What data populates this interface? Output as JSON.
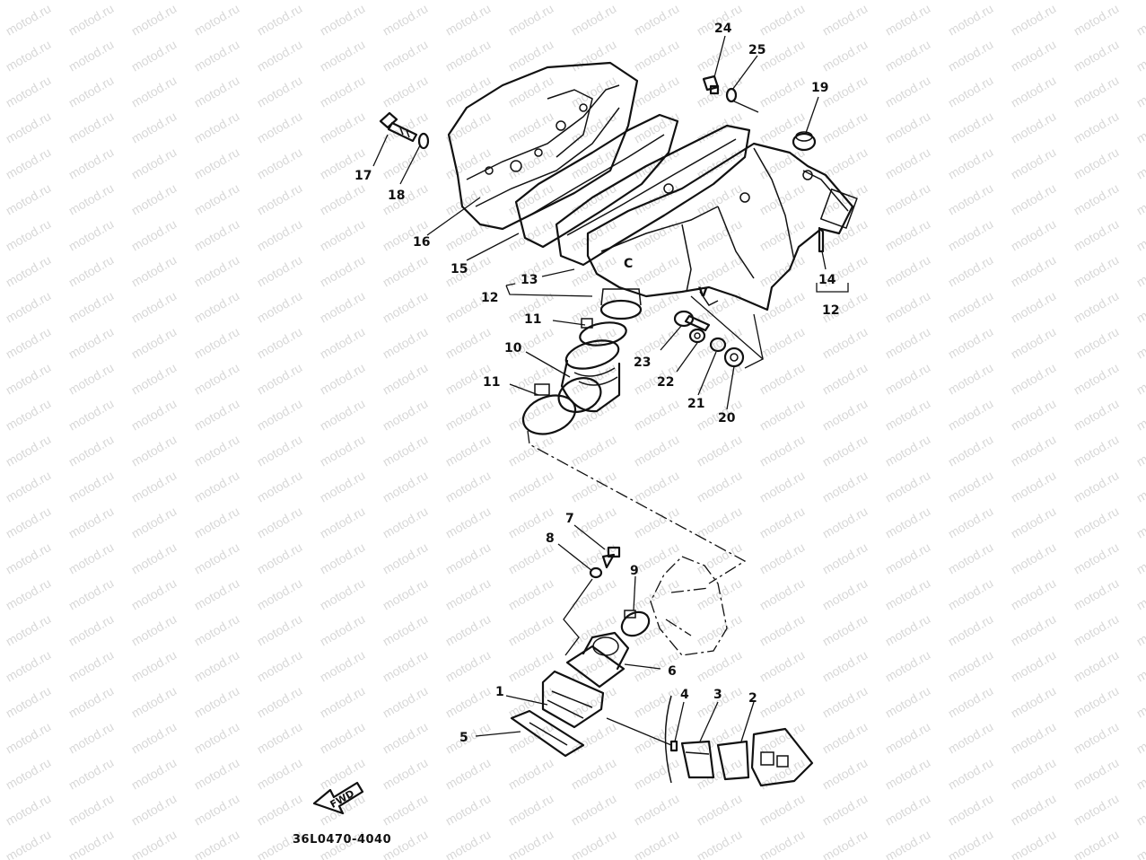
{
  "watermark": "motod.ru",
  "diagram_code": "36L0470-4040",
  "fwd_label": "FWD",
  "callouts": {
    "p1": "1",
    "p2": "2",
    "p3": "3",
    "p4": "4",
    "p5": "5",
    "p6": "6",
    "p7": "7",
    "p8": "8",
    "p9": "9",
    "p10": "10",
    "p11a": "11",
    "p11b": "11",
    "p12a": "12",
    "p12b": "12",
    "p13": "13",
    "p14": "14",
    "p15": "15",
    "p16": "16",
    "p17": "17",
    "p18": "18",
    "p19": "19",
    "p20": "20",
    "p21": "21",
    "p22": "22",
    "p23": "23",
    "p24": "24",
    "p25": "25"
  }
}
